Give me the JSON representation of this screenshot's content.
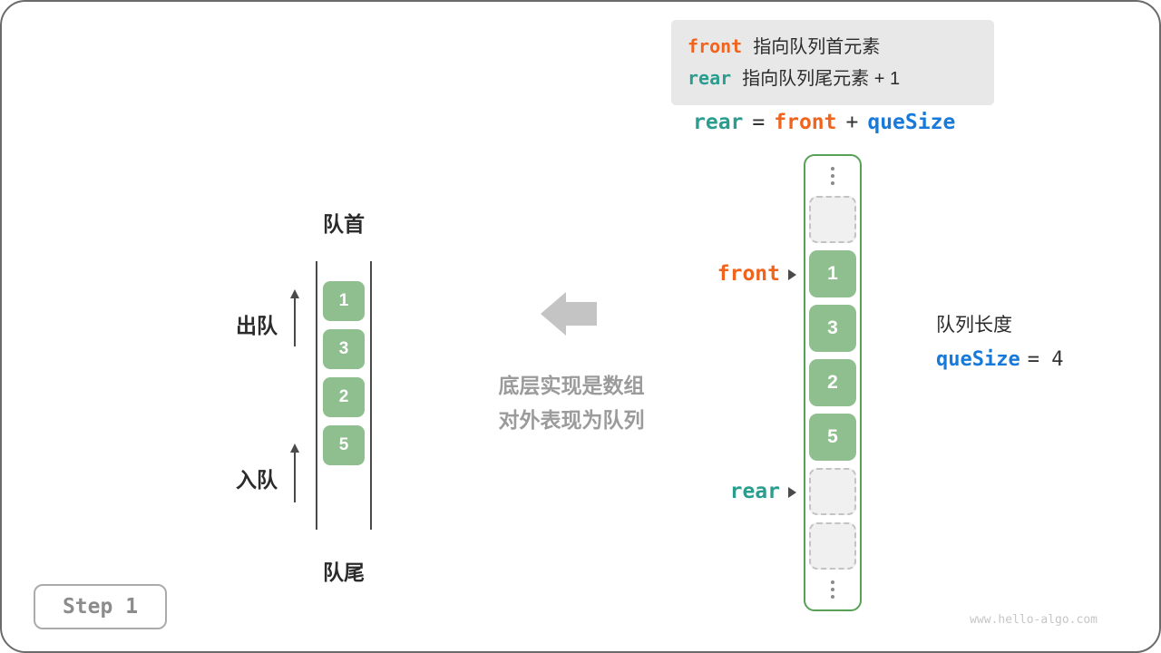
{
  "legend": {
    "line1": {
      "keyword": "front",
      "text": "指向队列首元素"
    },
    "line2": {
      "keyword": "rear",
      "text": "指向队列尾元素 + 1"
    }
  },
  "formula": {
    "rear": "rear",
    "eq": "=",
    "front": "front",
    "plus": "+",
    "quesize": "queSize"
  },
  "queue_abstract": {
    "head_label": "队首",
    "tail_label": "队尾",
    "dequeue_label": "出队",
    "enqueue_label": "入队",
    "cells": [
      "1",
      "3",
      "2",
      "5"
    ]
  },
  "middle": {
    "caption_line1": "底层实现是数组",
    "caption_line2": "对外表现为队列"
  },
  "array": {
    "front_label": "front",
    "rear_label": "rear",
    "cells": [
      {
        "type": "ellipsis"
      },
      {
        "type": "empty"
      },
      {
        "type": "filled",
        "value": "1",
        "pointer": "front"
      },
      {
        "type": "filled",
        "value": "3"
      },
      {
        "type": "filled",
        "value": "2"
      },
      {
        "type": "filled",
        "value": "5"
      },
      {
        "type": "empty",
        "pointer": "rear"
      },
      {
        "type": "empty"
      },
      {
        "type": "ellipsis"
      }
    ]
  },
  "right_info": {
    "label": "队列长度",
    "var": "queSize",
    "value": "= 4"
  },
  "footer": {
    "step": "Step 1",
    "watermark": "www.hello-algo.com"
  },
  "colors": {
    "front": "#f0641e",
    "rear": "#2a9d8f",
    "quesize": "#1779da",
    "cell_green": "#8fbf8f",
    "array_border": "#56a156"
  }
}
